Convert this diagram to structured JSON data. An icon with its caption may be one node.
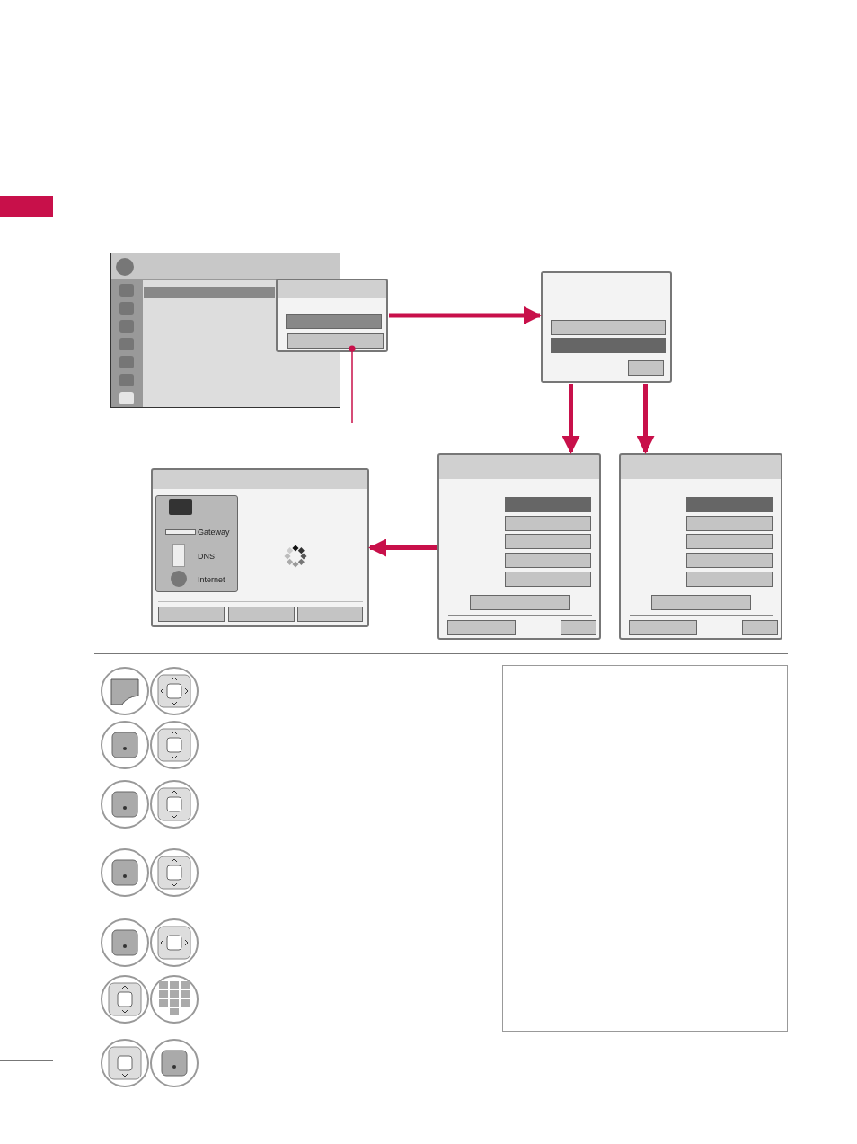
{
  "diagram": {
    "nodes": [
      {
        "text": [],
        "shape": "box"
      },
      {
        "text": [],
        "shape": "box"
      },
      {
        "text": [],
        "shape": "box",
        "in": 1
      },
      {
        "text": [],
        "shape": "box"
      },
      {
        "text": [],
        "shape": "box"
      },
      {
        "text": [],
        "shape": "box"
      },
      {
        "text": [],
        "shape": "box"
      },
      {
        "text": [
          "Gateway"
        ],
        "in": 6
      },
      {
        "text": [
          "DNS"
        ],
        "in": 6
      },
      {
        "text": [
          "Internet"
        ],
        "in": 6
      }
    ],
    "edges": [
      {
        "from": 1,
        "to": 3,
        "arrow": "to",
        "color": "#c8104a"
      },
      {
        "from": 3,
        "to": 4,
        "arrow": "to",
        "color": "#c8104a"
      },
      {
        "from": 3,
        "to": 5,
        "arrow": "to",
        "color": "#c8104a"
      },
      {
        "from": 4,
        "to": 6,
        "arrow": "to",
        "color": "#c8104a"
      },
      {
        "from": 2,
        "to": null,
        "arrow": "other",
        "color": "#c8104a"
      }
    ]
  }
}
